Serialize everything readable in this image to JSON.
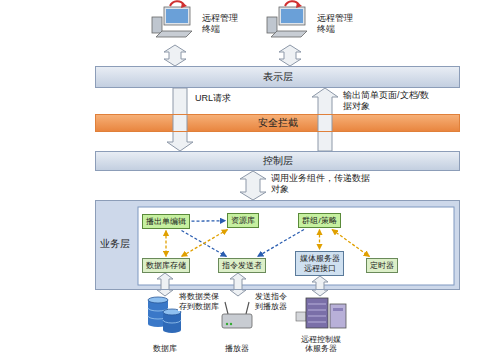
{
  "diagram": {
    "nodes": [
      {
        "text": [
          "远程管理终端"
        ]
      },
      {
        "text": [
          "远程管理终端"
        ]
      },
      {
        "text": [
          "表示层"
        ]
      },
      {
        "text": [
          "安全拦截"
        ]
      },
      {
        "text": [
          "控制层"
        ]
      },
      {
        "text": [
          "业务层"
        ]
      },
      {
        "text": [
          "播出单编辑"
        ],
        "in": 5
      },
      {
        "text": [
          "资源库"
        ],
        "in": 5
      },
      {
        "text": [
          "群组/策略"
        ],
        "in": 5
      },
      {
        "text": [
          "数据库存储"
        ],
        "in": 5
      },
      {
        "text": [
          "指令发送者"
        ],
        "in": 5
      },
      {
        "text": [
          "媒体服务器远程接口"
        ],
        "in": 5
      },
      {
        "text": [
          "定时器"
        ],
        "in": 5
      },
      {
        "text": [
          "数据库"
        ]
      },
      {
        "text": [
          "播放器"
        ]
      },
      {
        "text": [
          "远程控制媒体服务器"
        ]
      }
    ],
    "edges": [
      {
        "from": 0,
        "to": 2,
        "arrow": "both"
      },
      {
        "from": 1,
        "to": 2,
        "arrow": "both"
      },
      {
        "from": 2,
        "to": 4,
        "label": "URL请求",
        "arrow": "to"
      },
      {
        "from": 4,
        "to": 2,
        "label": "输出简单页面/文档/数据对象",
        "arrow": "to"
      },
      {
        "from": 4,
        "to": 5,
        "label": "调用业务组件，传递数据对象",
        "arrow": "both"
      },
      {
        "from": 9,
        "to": 13,
        "label": "将数据类保存到数据库",
        "arrow": "both"
      },
      {
        "from": 10,
        "to": 14,
        "label": "发送指令到播放器",
        "arrow": "both"
      },
      {
        "from": 11,
        "to": 15,
        "arrow": "both"
      },
      {
        "from": 6,
        "to": 9,
        "arrow": "both"
      },
      {
        "from": 6,
        "to": 7,
        "arrow": "to"
      },
      {
        "from": 6,
        "to": 10,
        "arrow": "to"
      },
      {
        "from": 8,
        "to": 10,
        "arrow": "to"
      },
      {
        "from": 8,
        "to": 11,
        "arrow": "both"
      },
      {
        "from": 8,
        "to": 12,
        "arrow": "both"
      },
      {
        "from": 7,
        "to": 9,
        "arrow": "both"
      }
    ]
  }
}
